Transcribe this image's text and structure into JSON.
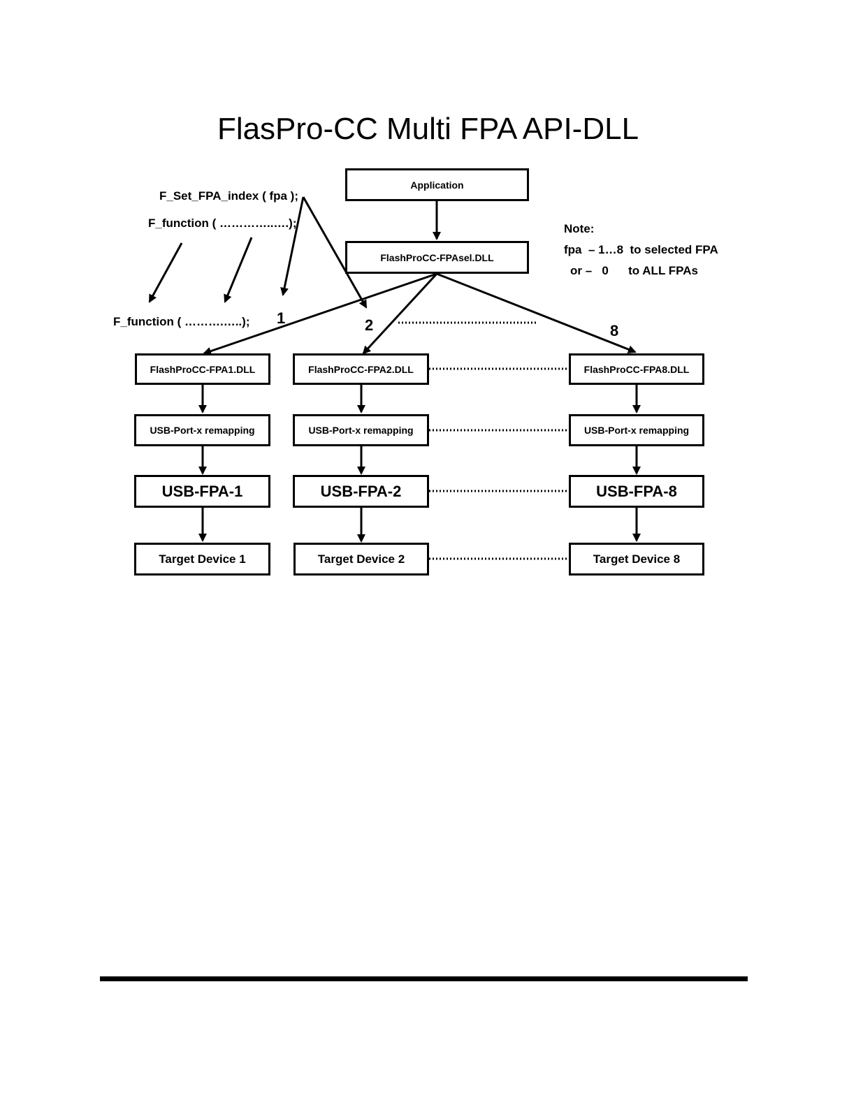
{
  "title": "FlasPro-CC Multi FPA API-DLL",
  "boxes": {
    "application": "Application",
    "fpasel": "FlashProCC-FPAsel.DLL",
    "fpa1_dll": "FlashProCC-FPA1.DLL",
    "fpa2_dll": "FlashProCC-FPA2.DLL",
    "fpa8_dll": "FlashProCC-FPA8.DLL",
    "remap": "USB-Port-x remapping",
    "usb1": "USB-FPA-1",
    "usb2": "USB-FPA-2",
    "usb8": "USB-FPA-8",
    "target1": "Target Device 1",
    "target2": "Target Device 2",
    "target8": "Target Device 8"
  },
  "labels": {
    "set_index": "F_Set_FPA_index ( fpa );",
    "function_top": "F_function ( …………..….);",
    "function_bottom": "F_function ( ……….…..);",
    "num1": "1",
    "num2": "2",
    "num8": "8"
  },
  "note": {
    "heading": "Note:",
    "line1": "fpa  – 1…8  to selected FPA",
    "line2": "or –   0      to ALL FPAs"
  }
}
